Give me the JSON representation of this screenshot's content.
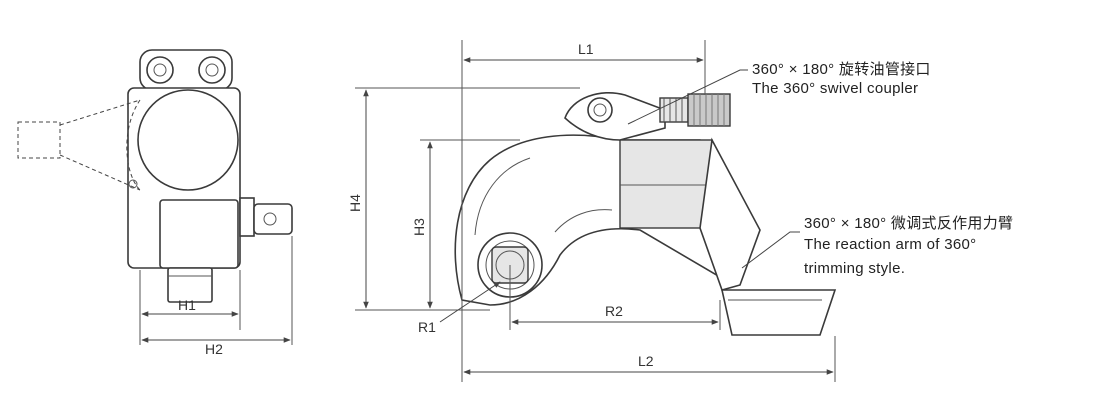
{
  "dimensions": {
    "L1": "L1",
    "L2": "L2",
    "H1": "H1",
    "H2": "H2",
    "H3": "H3",
    "H4": "H4",
    "R1": "R1",
    "R2": "R2"
  },
  "annotations": {
    "coupler": {
      "line1": "360°  × 180° 旋转油管接口",
      "line2": "The 360° swivel coupler"
    },
    "reaction_arm": {
      "line1": "360°  × 180° 微调式反作用力臂",
      "line2": "The reaction arm of 360°",
      "line3": "trimming style."
    }
  },
  "colors": {
    "stroke": "#3a3a3a",
    "shade": "#e6e6e6"
  }
}
